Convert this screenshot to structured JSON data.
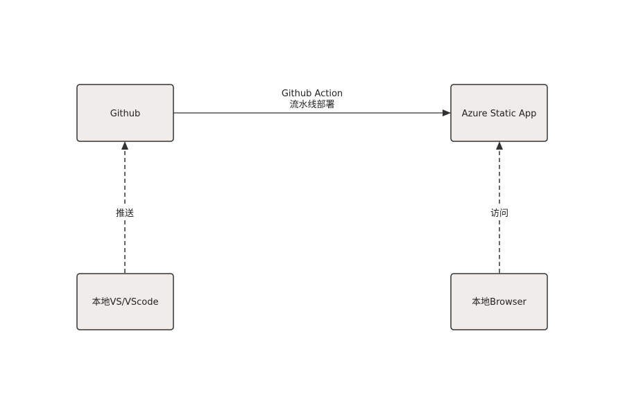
{
  "nodes": {
    "github": "Github",
    "azure": "Azure Static App",
    "local_vs": "本地VS/VScode",
    "local_browser": "本地Browser"
  },
  "edges": {
    "deploy": {
      "line1": "Github Action",
      "line2": "流水线部署"
    },
    "push": "推送",
    "visit": "访问"
  }
}
